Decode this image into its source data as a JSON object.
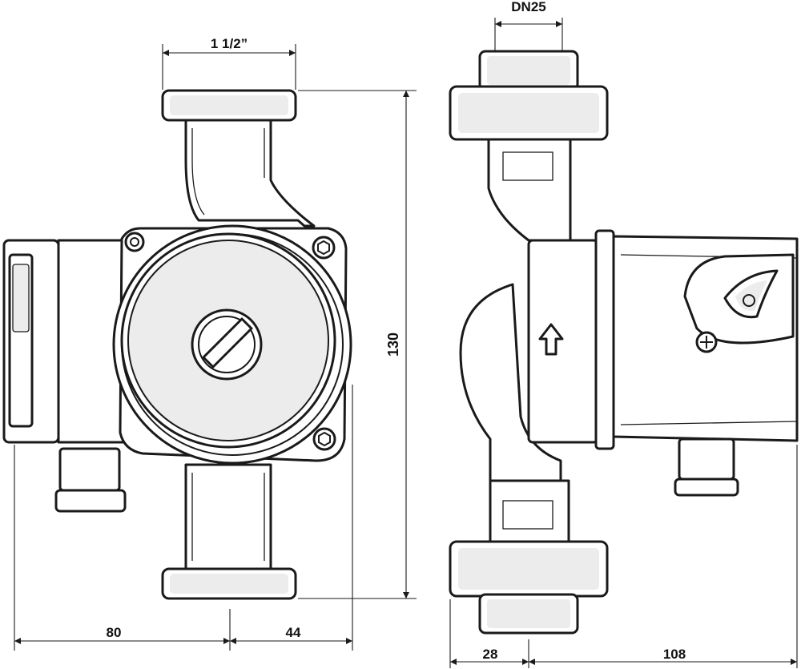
{
  "dimensions": {
    "pipe_thread": "1 1/2”",
    "nominal_diameter": "DN25",
    "height": "130",
    "front_left_depth": "80",
    "front_right_depth": "44",
    "side_left_width": "28",
    "side_right_width": "108"
  },
  "colors": {
    "line": "#1a1a1a",
    "shade": "#ececec",
    "background": "#ffffff"
  },
  "icons": [
    "flow-direction-arrow-icon",
    "phillips-screw-icon",
    "speed-selector-knob-icon",
    "hex-bolt-icon"
  ]
}
